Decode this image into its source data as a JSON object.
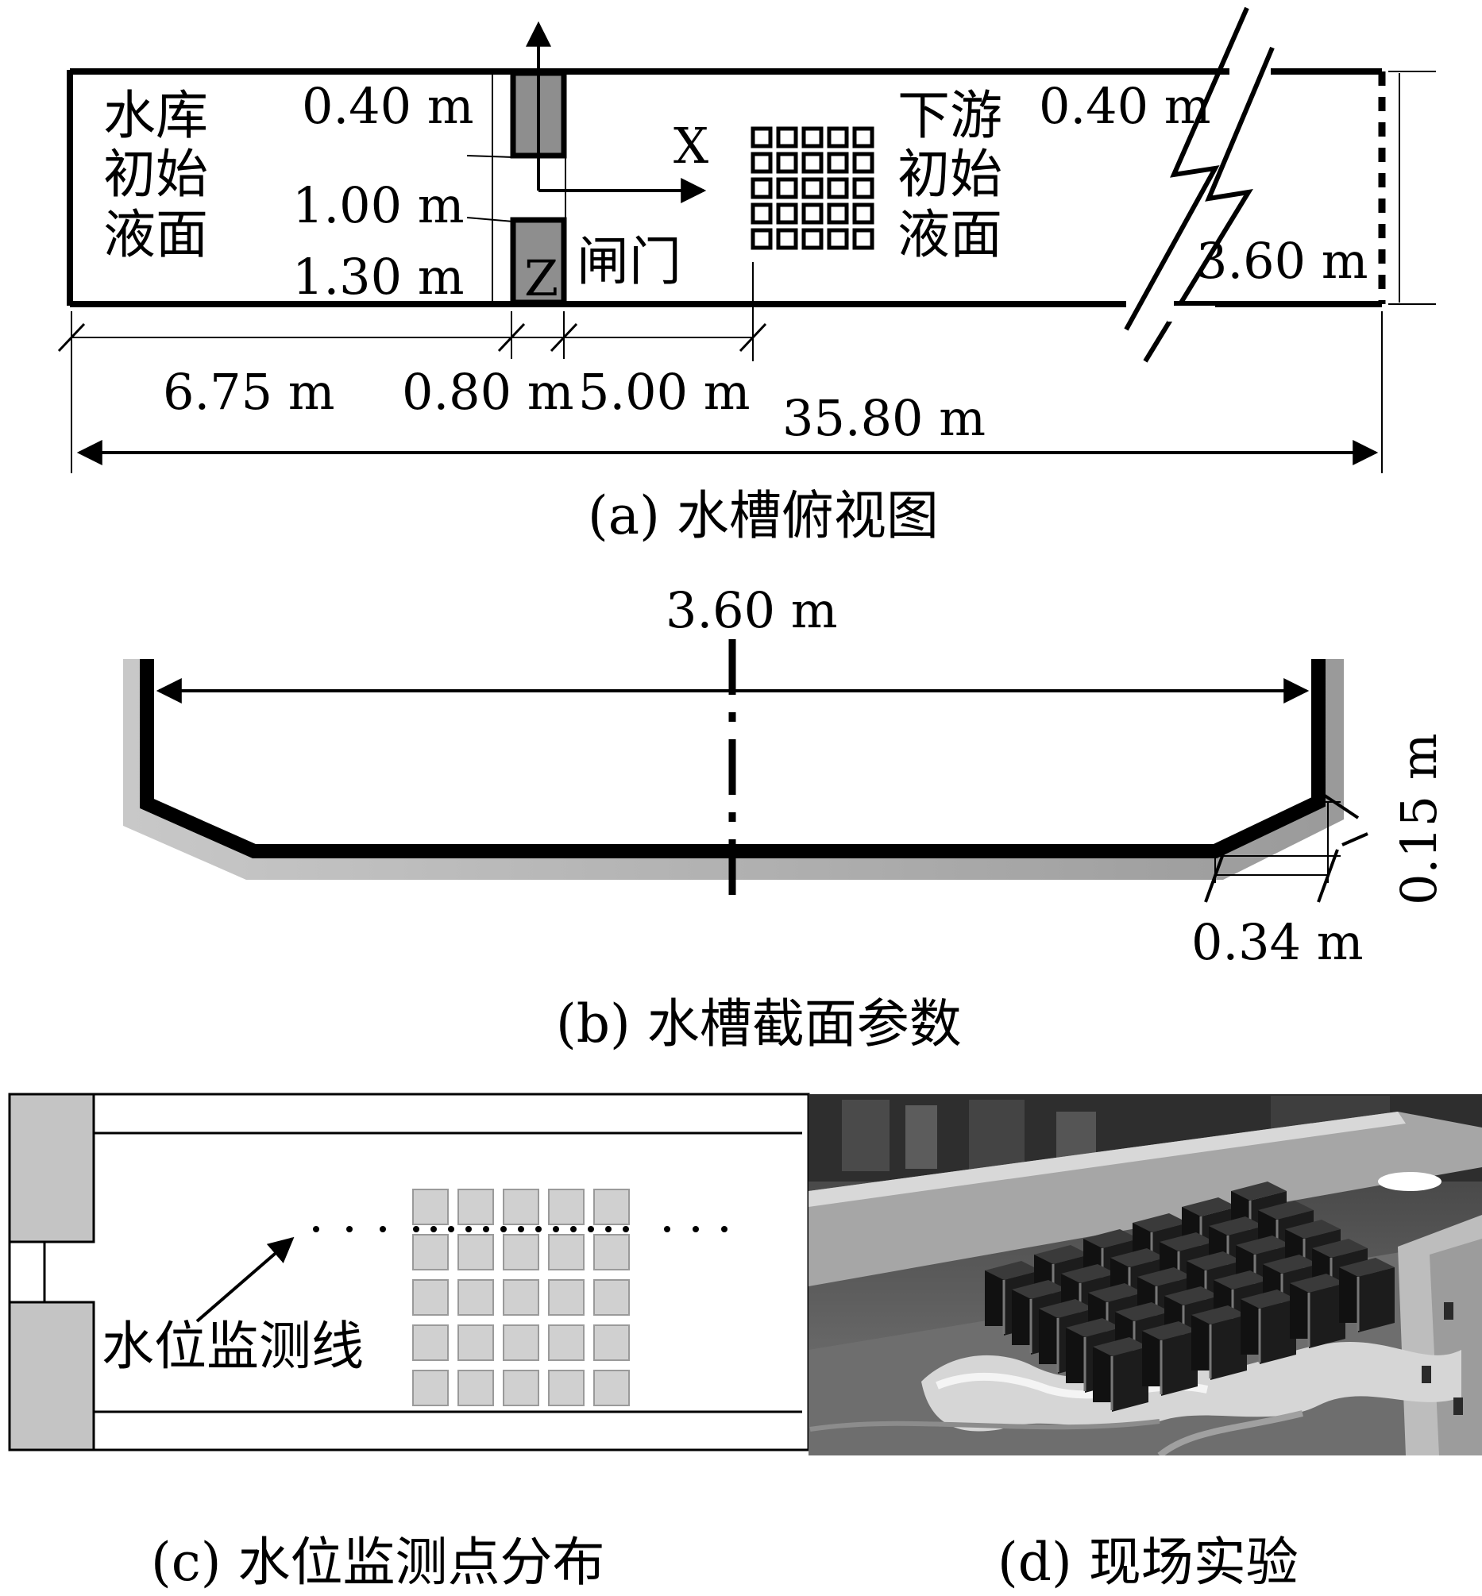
{
  "panel_a": {
    "caption": "(a) 水槽俯视图",
    "reservoir_label": [
      "水库",
      "初始",
      "液面"
    ],
    "downstream_label": [
      "下游",
      "初始",
      "液面"
    ],
    "gate_label": "闸门",
    "axis_x": "X",
    "axis_z": "Z",
    "dims": {
      "gate_upper": "0.40 m",
      "gate_opening": "1.00 m",
      "gate_lower": "1.30 m",
      "right_offset": "0.40 m",
      "width": "3.60 m",
      "reservoir_length": "6.75 m",
      "gate_thickness": "0.80 m",
      "gate_to_array": "5.00 m",
      "total_length": "35.80 m"
    },
    "array": {
      "rows": 5,
      "cols": 5
    }
  },
  "panel_b": {
    "caption": "(b) 水槽截面参数",
    "dims": {
      "width": "3.60 m",
      "slope_height": "0.15 m",
      "slope_width": "0.34 m"
    }
  },
  "panel_c": {
    "caption": "(c) 水位监测点分布",
    "monitor_label": "水位监测线",
    "array": {
      "rows": 5,
      "cols": 5
    }
  },
  "panel_d": {
    "caption": "(d) 现场实验"
  }
}
